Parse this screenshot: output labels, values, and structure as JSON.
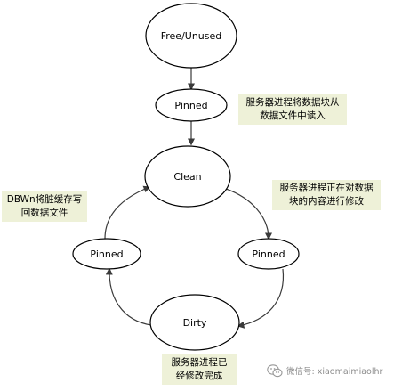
{
  "states": {
    "free": {
      "label": "Free/Unused"
    },
    "pinned_top": {
      "label": "Pinned"
    },
    "clean": {
      "label": "Clean"
    },
    "pinned_right": {
      "label": "Pinned"
    },
    "dirty": {
      "label": "Dirty"
    },
    "pinned_left": {
      "label": "Pinned"
    }
  },
  "notes": {
    "read_in": {
      "line1": "服务器进程将数据块从",
      "line2": "数据文件中读入"
    },
    "modifying": {
      "line1": "服务器进程正在对数据",
      "line2": "块的内容进行修改"
    },
    "modified": {
      "line1": "服务器进程已",
      "line2": "经修改完成"
    },
    "dbwn_write": {
      "line1": "DBWn将脏缓存写",
      "line2": "回数据文件"
    }
  },
  "watermark": {
    "icon": "wechat-icon",
    "text": "微信号: xiaomaimiaolhr"
  },
  "colors": {
    "node_fill": "#ffffff",
    "node_stroke": "#000000",
    "arrow": "#3a3a3a",
    "note_background": "#eef1d8",
    "watermark_text": "#8c8c8c"
  }
}
